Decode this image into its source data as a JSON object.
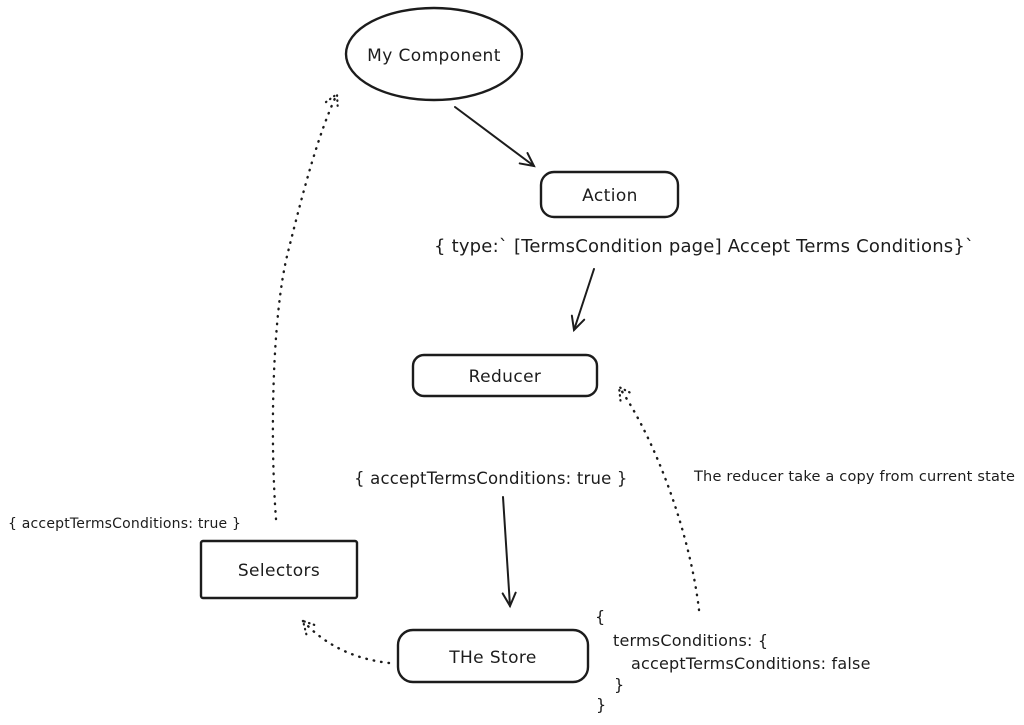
{
  "diagram": {
    "background_color": "#ffffff",
    "stroke_color": "#1c1c1c",
    "nodes": {
      "component": {
        "label": "My Component",
        "shape": "ellipse"
      },
      "action": {
        "label": "Action",
        "shape": "rounded-rect"
      },
      "reducer": {
        "label": "Reducer",
        "shape": "rounded-rect"
      },
      "selectors": {
        "label": "Selectors",
        "shape": "rect"
      },
      "store": {
        "label": "THe Store",
        "shape": "rounded-rect"
      }
    },
    "annotations": {
      "action_payload": "{ type:` [TermsCondition page] Accept Terms Conditions}`",
      "reducer_output": "{ acceptTermsConditions: true }",
      "reducer_note": "The reducer take a copy from current state",
      "selector_output": "{ acceptTermsConditions: true }",
      "store_state": {
        "lines": [
          "{",
          "termsConditions: {",
          "acceptTermsConditions: false",
          "}",
          "}"
        ]
      }
    },
    "edges": [
      {
        "from": "component",
        "to": "action",
        "style": "solid"
      },
      {
        "from": "action_payload",
        "to": "reducer",
        "style": "solid"
      },
      {
        "from": "reducer_output",
        "to": "store",
        "style": "solid"
      },
      {
        "from": "selectors",
        "to": "component",
        "style": "dotted"
      },
      {
        "from": "store_state",
        "to": "reducer",
        "style": "dotted"
      },
      {
        "from": "store",
        "to": "selectors",
        "style": "dotted"
      }
    ]
  }
}
